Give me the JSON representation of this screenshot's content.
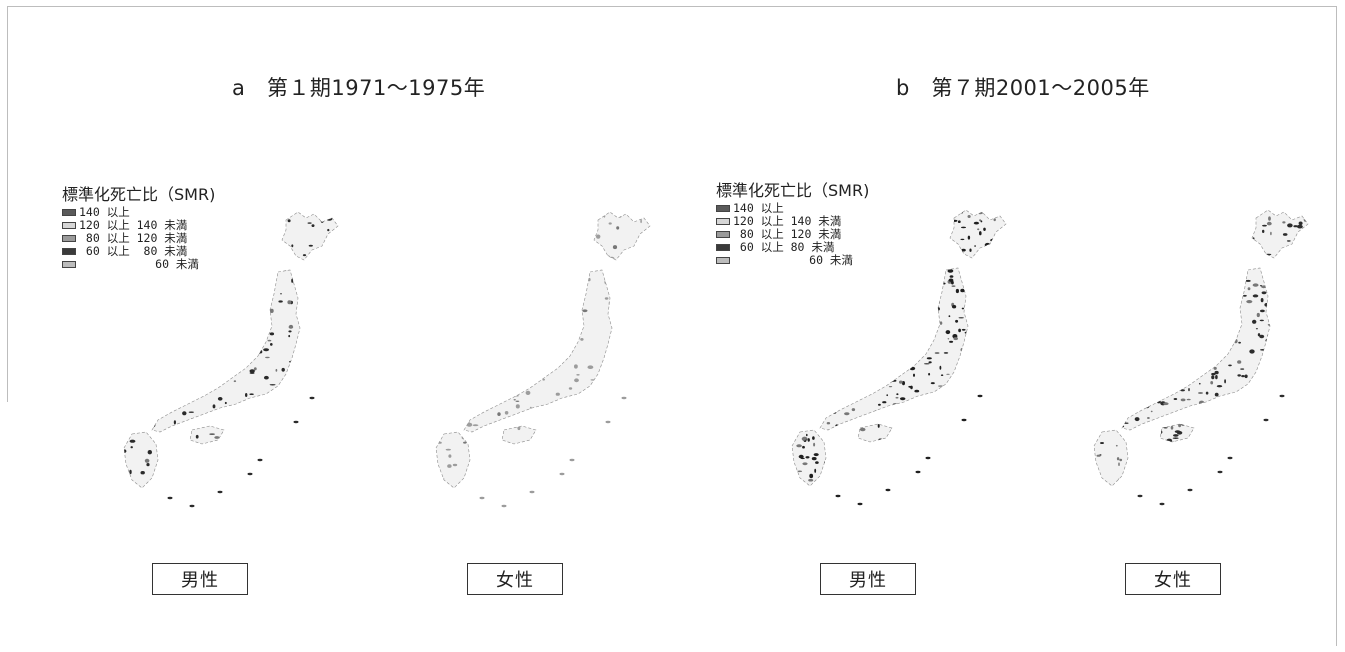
{
  "panels": [
    {
      "title": "a　第１期1971～1975年",
      "legend": {
        "title": "標準化死亡比（SMR)",
        "items": [
          {
            "label": "140 以上",
            "fill": "#5a5a5a"
          },
          {
            "label": "120 以上 140 未満",
            "fill": "#d6d6d6"
          },
          {
            "label": " 80 以上 120 未満",
            "fill": "#9a9a9a"
          },
          {
            "label": " 60 以上  80 未満",
            "fill": "#3a3a3a"
          },
          {
            "label": "           60 未満",
            "fill": "#bcbcbc"
          }
        ]
      },
      "maps": [
        {
          "sex": "男性",
          "tone": "#2a2a2a",
          "density": 0.5
        },
        {
          "sex": "女性",
          "tone": "#9c9c9c",
          "density": 0.35
        }
      ]
    },
    {
      "title": "b　第７期2001～2005年",
      "legend": {
        "title": "標準化死亡比（SMR)",
        "items": [
          {
            "label": "140 以上",
            "fill": "#5a5a5a"
          },
          {
            "label": "120 以上 140 未満",
            "fill": "#d6d6d6"
          },
          {
            "label": " 80 以上 120 未満",
            "fill": "#9a9a9a"
          },
          {
            "label": " 60 以上 80 未満",
            "fill": "#3a3a3a"
          },
          {
            "label": "           60 未満",
            "fill": "#bcbcbc"
          }
        ]
      },
      "maps": [
        {
          "sex": "男性",
          "tone": "#1f1f1f",
          "density": 0.85
        },
        {
          "sex": "女性",
          "tone": "#2c2c2c",
          "density": 0.75
        }
      ]
    }
  ]
}
